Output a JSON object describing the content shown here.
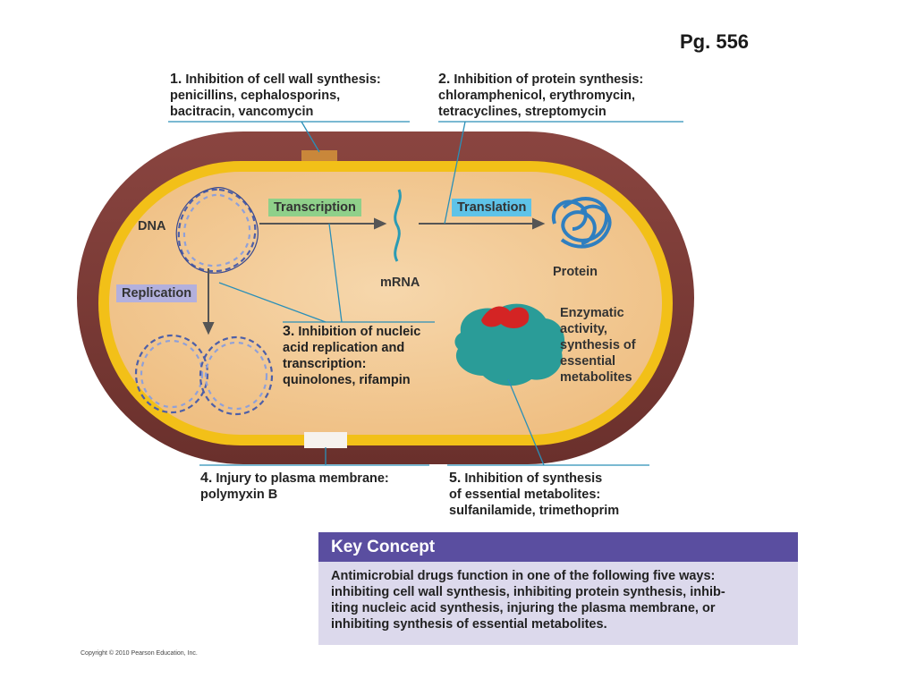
{
  "page_number": "Pg. 556",
  "callouts": {
    "c1": {
      "num": "1.",
      "line1": "Inhibition of cell wall synthesis:",
      "line2": "penicillins, cephalosporins,",
      "line3": "bacitracin, vancomycin"
    },
    "c2": {
      "num": "2.",
      "line1": "Inhibition of protein synthesis:",
      "line2": "chloramphenicol, erythromycin,",
      "line3": "tetracyclines, streptomycin"
    },
    "c3": {
      "num": "3.",
      "line1": "Inhibition of nucleic",
      "line2": "acid replication and",
      "line3": "transcription:",
      "line4": "quinolones, rifampin"
    },
    "c4": {
      "num": "4.",
      "line1": "Injury to plasma membrane:",
      "line2": "polymyxin B"
    },
    "c5": {
      "num": "5.",
      "line1": "Inhibition of synthesis",
      "line2": "of essential metabolites:",
      "line3": "sulfanilamide, trimethoprim"
    }
  },
  "labels": {
    "dna": "DNA",
    "transcription": "Transcription",
    "translation": "Translation",
    "mrna": "mRNA",
    "protein": "Protein",
    "replication": "Replication",
    "enzymatic_1": "Enzymatic",
    "enzymatic_2": "activity,",
    "enzymatic_3": "synthesis of",
    "enzymatic_4": "essential",
    "enzymatic_5": "metabolites"
  },
  "key_concept": {
    "title": "Key Concept",
    "line1": "Antimicrobial drugs function in one of the following five ways:",
    "line2": "inhibiting cell wall synthesis, inhibiting protein synthesis, inhib-",
    "line3": "iting nucleic acid synthesis, injuring the plasma membrane, or",
    "line4": "inhibiting synthesis of essential metabolites."
  },
  "copyright": "Copyright © 2010 Pearson Education, Inc.",
  "colors": {
    "cell_wall": "#7a3b36",
    "membrane": "#f2c018",
    "cytoplasm": "#f3cc9a",
    "transcription_tag": "#8fd08a",
    "translation_tag": "#5ec3e8",
    "replication_tag": "#b3b0dd",
    "leader_line": "#2a8fb8",
    "key_concept_header": "#5a4ea0",
    "key_concept_body": "#dcd9ec"
  }
}
